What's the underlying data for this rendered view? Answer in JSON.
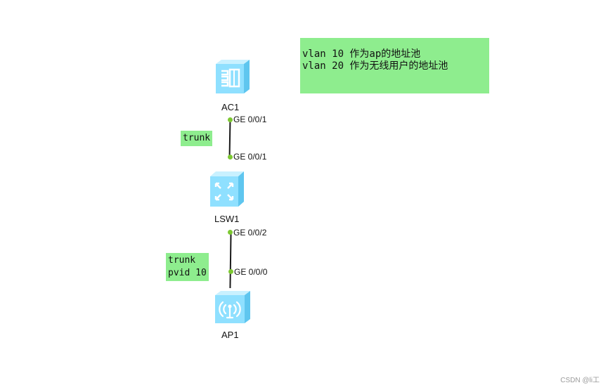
{
  "devices": {
    "ac": {
      "label": "AC1",
      "icon": "access-controller-icon"
    },
    "switch": {
      "label": "LSW1",
      "icon": "switch-icon"
    },
    "ap": {
      "label": "AP1",
      "icon": "wireless-ap-icon"
    }
  },
  "ports": {
    "ac_down": "GE 0/0/1",
    "sw_up": "GE 0/0/1",
    "sw_down": "GE 0/0/2",
    "ap_up": "GE 0/0/0"
  },
  "notes": {
    "link1": [
      "trunk"
    ],
    "link2": [
      "trunk",
      "pvid 10"
    ],
    "vlan_info": [
      "vlan 10 作为ap的地址池",
      "vlan 20 作为无线用户的地址池"
    ]
  },
  "watermark": "CSDN @li工",
  "colors": {
    "device_body": "#8fe0ff",
    "note_bg": "#8eed8e",
    "port_dot": "#7dc832"
  }
}
